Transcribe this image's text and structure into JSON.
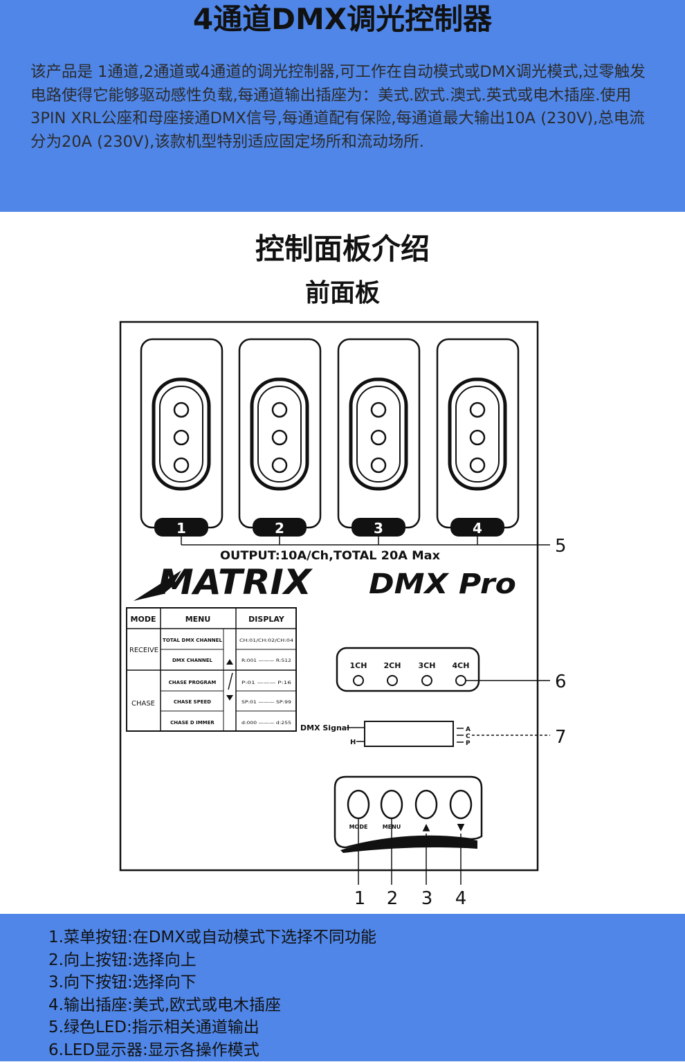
{
  "header": {
    "title": "4通道DMX调光控制器",
    "description": "该产品是 1通道,2通道或4通道的调光控制器,可工作在自动模式或DMX调光模式,过零触发电路使得它能够驱动感性负载,每通道输出插座为：美式.欧式.澳式.英式或电木插座.使用3PIN XRL公座和母座接通DMX信号,每通道配有保险,每通道最大输出10A (230V),总电流分为20A (230V),该款机型特别适应固定场所和流动场所."
  },
  "panel": {
    "title": "控制面板介绍",
    "subtitle": "前面板"
  },
  "diagram": {
    "outputs": [
      "1",
      "2",
      "3",
      "4"
    ],
    "output_label": "OUTPUT:10A/Ch,TOTAL 20A Max",
    "brand": "MATRIX",
    "model": "DMX Pro",
    "menu_table": {
      "headers": [
        "MODE",
        "MENU",
        "DISPLAY"
      ],
      "modes": [
        "RECEIVE",
        "CHASE"
      ],
      "rows": [
        {
          "menu": "TOTAL DMX CHANNEL",
          "display": "CH:01/CH:02/CH:04"
        },
        {
          "menu": "DMX CHANNEL",
          "display": "R:001 ——— R:512"
        },
        {
          "menu": "CHASE PROGRAM",
          "display": "P:01 ——— P:16"
        },
        {
          "menu": "CHASE SPEED",
          "display": "SP:01 ——— SP:99"
        },
        {
          "menu": "CHASE D IMMER",
          "display": "d:000 ——— d:255"
        }
      ]
    },
    "leds": [
      "1CH",
      "2CH",
      "3CH",
      "4CH"
    ],
    "dmx_signal_label": "DMX Signal",
    "display_left_label": "H",
    "display_right_labels": [
      "A",
      "C",
      "P"
    ],
    "buttons": [
      "MODE",
      "MENU",
      "▲",
      "▼"
    ],
    "callouts": {
      "outputs": "5",
      "leds": "6",
      "display": "7",
      "buttons": [
        "1",
        "2",
        "3",
        "4"
      ]
    }
  },
  "footer": {
    "items": [
      "1.菜单按钮:在DMX或自动模式下选择不同功能",
      "2.向上按钮:选择向上",
      "3.向下按钮:选择向下",
      "4.输出插座:美式,欧式或电木插座",
      "5.绿色LED:指示相关通道输出",
      "6.LED显示器:显示各操作模式"
    ]
  },
  "colors": {
    "band": "#4f86e8",
    "ink": "#111111"
  }
}
